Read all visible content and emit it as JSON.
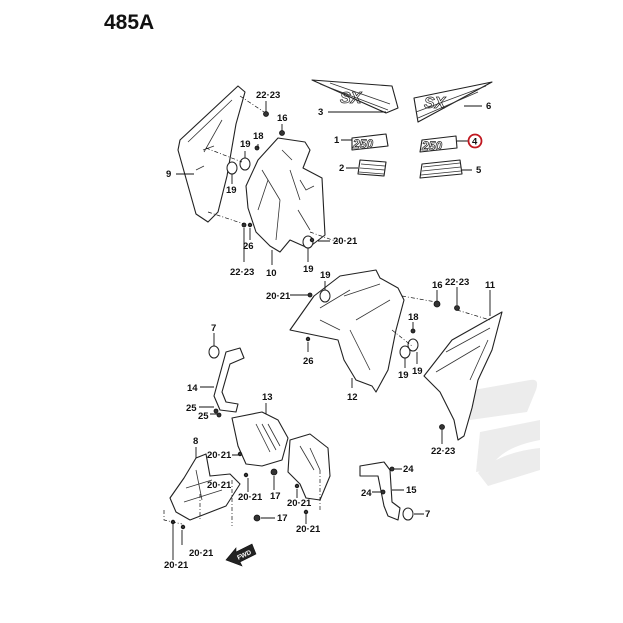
{
  "page_title": "485A",
  "highlighted_callout": "4",
  "highlight_color": "#c0171f",
  "fwd_arrow": {
    "label": "FWD",
    "icon": "forward-arrow-icon"
  },
  "decals": {
    "emblem_text": "SX",
    "number_text": "250"
  },
  "callouts": {
    "c1": "1",
    "c2": "2",
    "c3": "3",
    "c4": "4",
    "c5": "5",
    "c6": "6",
    "c7a": "7",
    "c7b": "7",
    "c8": "8",
    "c9": "9",
    "c10": "10",
    "c11": "11",
    "c12": "12",
    "c13": "13",
    "c14": "14",
    "c15": "15",
    "c16a": "16",
    "c16b": "16",
    "c17a": "17",
    "c17b": "17",
    "c18a": "18",
    "c18b": "18",
    "c19a": "19",
    "c19b": "19",
    "c19c": "19",
    "c19d": "19",
    "c19e": "19",
    "c19f": "19",
    "c2021a": "20·21",
    "c2021b": "20·21",
    "c2021c": "20·21",
    "c2021d": "20·21",
    "c2021e": "20·21",
    "c2021f": "20·21",
    "c2021g": "20·21",
    "c2021h": "20·21",
    "c2021i": "20·21",
    "c2223a": "22·23",
    "c2223b": "22·23",
    "c2223c": "22·23",
    "c2223d": "22·23",
    "c24a": "24",
    "c24b": "24",
    "c25a": "25",
    "c25b": "25",
    "c26a": "26",
    "c26b": "26"
  }
}
